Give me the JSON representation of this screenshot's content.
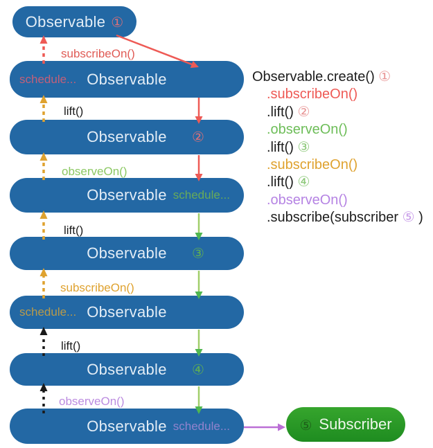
{
  "boxes": [
    {
      "label": "Observable",
      "badge": "①"
    },
    {
      "schedule": "schedule...",
      "label": "Observable"
    },
    {
      "label": "Observable",
      "badge": "②"
    },
    {
      "label": "Observable",
      "schedule": "schedule..."
    },
    {
      "label": "Observable",
      "badge": "③"
    },
    {
      "schedule": "schedule...",
      "label": "Observable"
    },
    {
      "label": "Observable",
      "badge": "④"
    },
    {
      "label": "Observable",
      "schedule": "schedule..."
    }
  ],
  "subscriber": {
    "badge": "⑤",
    "label": "Subscriber"
  },
  "edge_labels": {
    "subscribe_on_red": "subscribeOn()",
    "lift_1": "lift()",
    "observe_on_green": "observeOn()",
    "lift_2": "lift()",
    "subscribe_on_orange": "subscribeOn()",
    "lift_3": "lift()",
    "observe_on_purple": "observeOn()"
  },
  "code": {
    "line1_text": "Observable.create() ",
    "line1_badge": "①",
    "line2": ".subscribeOn()",
    "line3_text": ".lift() ",
    "line3_badge": "②",
    "line4": ".observeOn()",
    "line5_text": ".lift() ",
    "line5_badge": "③",
    "line6": ".subscribeOn()",
    "line7_text": ".lift() ",
    "line7_badge": "④",
    "line8": ".observeOn()",
    "line9_text": ".subscribe(subscriber ",
    "line9_badge": "⑤",
    "line9_close": " )"
  },
  "colors": {
    "box_blue": "#2368a4",
    "subscriber_green": "#2b9c28",
    "red": "#ee5a55",
    "orange": "#dfa22f",
    "green": "#7cc253",
    "purple": "#bb6fd6",
    "black": "#1c1c1c"
  }
}
